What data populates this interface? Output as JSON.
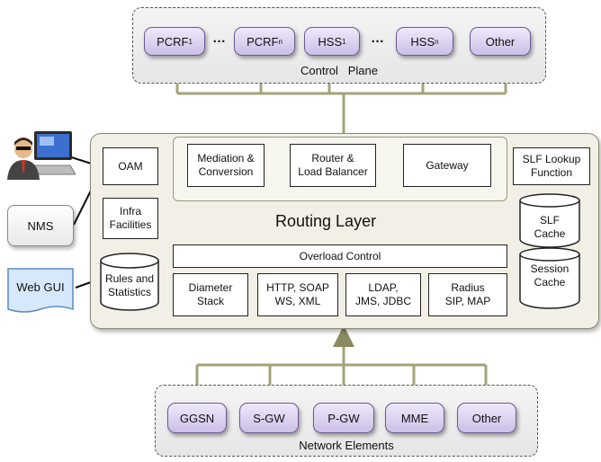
{
  "control_plane": {
    "caption": "Control   Plane",
    "nodes": [
      {
        "label": "PCRF",
        "sub": "1"
      },
      {
        "label": "PCRF",
        "sub": "n"
      },
      {
        "label": "HSS",
        "sub": "1"
      },
      {
        "label": "HSS",
        "sub": "n"
      },
      {
        "label": "Other",
        "sub": ""
      }
    ],
    "ellipsis": "…"
  },
  "routing": {
    "title": "Routing Layer",
    "oam": "OAM",
    "infra": "Infra\nFacilities",
    "rules": "Rules and\nStatistics",
    "mediation": "Mediation &\nConversion",
    "router": "Router &\nLoad Balancer",
    "gateway": "Gateway",
    "slf_lookup": "SLF Lookup\nFunction",
    "slf_cache": "SLF\nCache",
    "session_cache": "Session\nCache",
    "overload": "Overload Control",
    "diameter": "Diameter\nStack",
    "http": "HTTP, SOAP\nWS, XML",
    "ldap": "LDAP,\nJMS, JDBC",
    "radius": "Radius\nSIP, MAP"
  },
  "external": {
    "nms": "NMS",
    "webgui": "Web GUI"
  },
  "network": {
    "caption": "Network Elements",
    "nodes": [
      "GGSN",
      "S-GW",
      "P-GW",
      "MME",
      "Other"
    ]
  },
  "colors": {
    "node_fill": "#d8cff0",
    "node_border": "#6b5a8e",
    "connector": "#9a9a6a",
    "layer_fill": "#f2f0e6"
  }
}
